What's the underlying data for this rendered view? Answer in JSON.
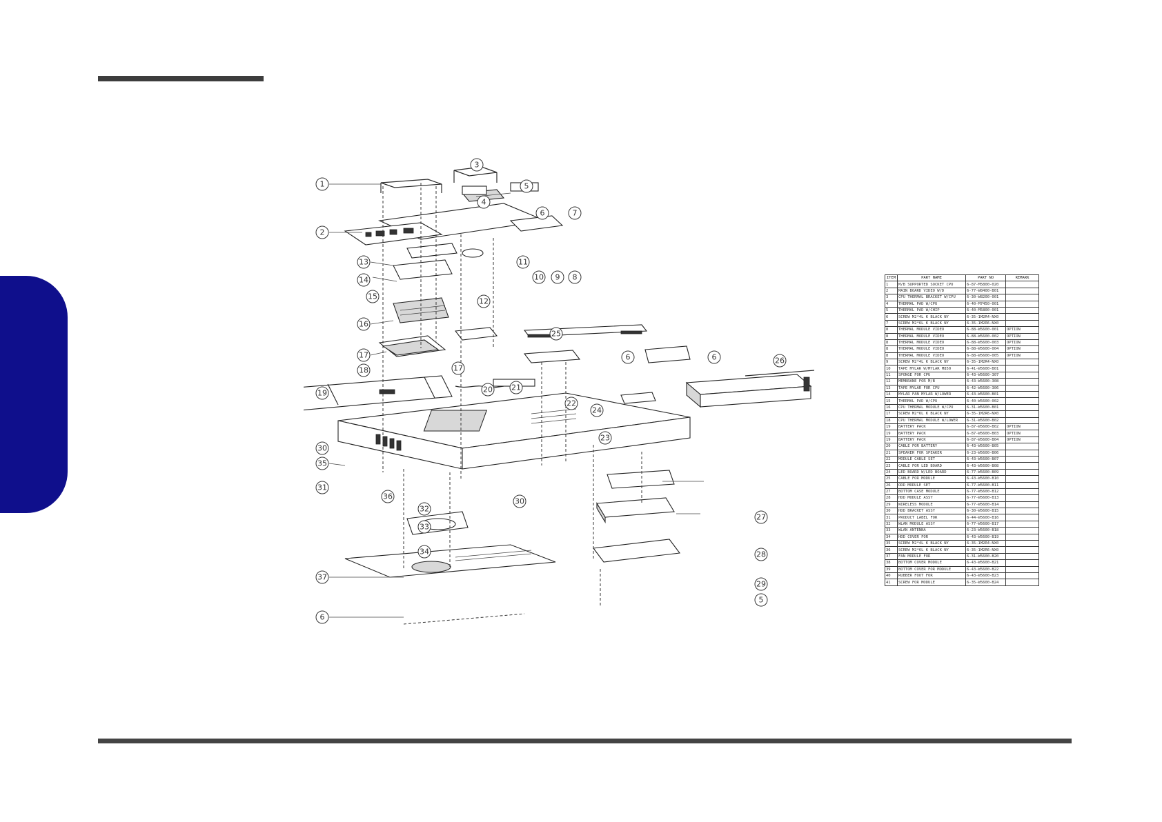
{
  "colors": {
    "accent": "#0f0f8c",
    "rule": "#444444"
  },
  "bom": {
    "headers": [
      "ITEM",
      "PART NAME",
      "PART NO",
      "REMARK"
    ],
    "rows": [
      {
        "item": "1",
        "name": "M/B SUPPORTED SOCKET CPU",
        "no": "6-87-M5800-020",
        "remark": ""
      },
      {
        "item": "2",
        "name": "MAIN BOARD VIDEO W/D",
        "no": "6-77-W8400-B01",
        "remark": ""
      },
      {
        "item": "3",
        "name": "CPU THERMAL BRACKET W/CPU",
        "no": "6-30-W8200-001",
        "remark": ""
      },
      {
        "item": "4",
        "name": "THERMAL PAD W/CPU",
        "no": "6-40-M7450-001",
        "remark": ""
      },
      {
        "item": "5",
        "name": "THERMAL PAD W/CHIP",
        "no": "6-40-M5800-001",
        "remark": ""
      },
      {
        "item": "6",
        "name": "SCREW M2*4L K BLACK NY",
        "no": "6-35-1M2R4-NX0",
        "remark": ""
      },
      {
        "item": "7",
        "name": "SCREW M2*6L K BLACK NY",
        "no": "6-35-1M2R6-NX0",
        "remark": ""
      },
      {
        "item": "8",
        "name": "THERMAL MODULE VIDEO",
        "no": "6-88-W5600-001",
        "remark": "OPTION"
      },
      {
        "item": "8",
        "name": "THERMAL MODULE VIDEO",
        "no": "6-88-W5600-002",
        "remark": "OPTION"
      },
      {
        "item": "8",
        "name": "THERMAL MODULE VIDEO",
        "no": "6-88-W5600-003",
        "remark": "OPTION"
      },
      {
        "item": "8",
        "name": "THERMAL MODULE VIDEO",
        "no": "6-88-W5600-004",
        "remark": "OPTION"
      },
      {
        "item": "8",
        "name": "THERMAL MODULE VIDEO",
        "no": "6-88-W5600-005",
        "remark": "OPTION"
      },
      {
        "item": "9",
        "name": "SCREW M2*4L K BLACK NY",
        "no": "6-35-1M2R4-NX0",
        "remark": ""
      },
      {
        "item": "10",
        "name": "TAPE MYLAR W/MYLAR M850",
        "no": "6-41-W5600-B01",
        "remark": ""
      },
      {
        "item": "11",
        "name": "SPONGE FOR CPU",
        "no": "6-43-W5600-307",
        "remark": ""
      },
      {
        "item": "12",
        "name": "MEMBRANE FOR M/B",
        "no": "6-43-W5600-308",
        "remark": ""
      },
      {
        "item": "13",
        "name": "TAPE MYLAR FOR CPU",
        "no": "6-42-W5600-306",
        "remark": ""
      },
      {
        "item": "14",
        "name": "MYLAR FAN MYLAR W/LOWER",
        "no": "6-43-W5600-B01",
        "remark": ""
      },
      {
        "item": "15",
        "name": "THERMAL PAD W/CPU",
        "no": "6-40-W5600-002",
        "remark": ""
      },
      {
        "item": "16",
        "name": "CPU THERMAL MODULE W/CPU",
        "no": "6-31-W5600-B01",
        "remark": ""
      },
      {
        "item": "17",
        "name": "SCREW M2*6L K BLACK NY",
        "no": "6-35-1M2R6-NX0",
        "remark": ""
      },
      {
        "item": "18",
        "name": "CPU THERMAL MODULE W/LOWER",
        "no": "6-31-W5600-B02",
        "remark": ""
      },
      {
        "item": "19",
        "name": "BATTERY PACK",
        "no": "6-87-W5600-B02",
        "remark": "OPTION"
      },
      {
        "item": "19",
        "name": "BATTERY PACK",
        "no": "6-87-W5600-B03",
        "remark": "OPTION"
      },
      {
        "item": "19",
        "name": "BATTERY PACK",
        "no": "6-87-W5600-B04",
        "remark": "OPTION"
      },
      {
        "item": "20",
        "name": "CABLE FOR BATTERY",
        "no": "6-43-W5600-B05",
        "remark": ""
      },
      {
        "item": "21",
        "name": "SPEAKER FOR SPEAKER",
        "no": "6-23-W5600-B06",
        "remark": ""
      },
      {
        "item": "22",
        "name": "MODULE CABLE SET",
        "no": "6-43-W5600-B07",
        "remark": ""
      },
      {
        "item": "23",
        "name": "CABLE FOR LED BOARD",
        "no": "6-43-W5600-B08",
        "remark": ""
      },
      {
        "item": "24",
        "name": "LED BOARD W/LED BOARD",
        "no": "6-77-W5600-B09",
        "remark": ""
      },
      {
        "item": "25",
        "name": "CABLE FOR MODULE",
        "no": "6-43-W5600-B10",
        "remark": ""
      },
      {
        "item": "26",
        "name": "ODD MODULE SET",
        "no": "6-77-W5600-B11",
        "remark": ""
      },
      {
        "item": "27",
        "name": "BOTTOM CASE MODULE",
        "no": "6-77-W5600-B12",
        "remark": ""
      },
      {
        "item": "28",
        "name": "HDD MODULE ASSY",
        "no": "6-77-W5600-B13",
        "remark": ""
      },
      {
        "item": "29",
        "name": "WIRELESS MODULE",
        "no": "6-77-W5600-B14",
        "remark": ""
      },
      {
        "item": "30",
        "name": "HDD BRACKET ASSY",
        "no": "6-30-W5600-B15",
        "remark": ""
      },
      {
        "item": "31",
        "name": "PRODUCT LABEL FOR",
        "no": "6-44-W5600-B16",
        "remark": ""
      },
      {
        "item": "32",
        "name": "WLAN MODULE ASSY",
        "no": "6-77-W5600-B17",
        "remark": ""
      },
      {
        "item": "33",
        "name": "WLAN ANTENNA",
        "no": "6-23-W5600-B18",
        "remark": ""
      },
      {
        "item": "34",
        "name": "HDD COVER FOR",
        "no": "6-43-W5600-B19",
        "remark": ""
      },
      {
        "item": "35",
        "name": "SCREW M2*4L K BLACK NY",
        "no": "6-35-1M2R4-NX0",
        "remark": ""
      },
      {
        "item": "36",
        "name": "SCREW M2*6L K BLACK NY",
        "no": "6-35-1M2R6-NX0",
        "remark": ""
      },
      {
        "item": "37",
        "name": "FAN MODULE FOR",
        "no": "6-31-W5600-B20",
        "remark": ""
      },
      {
        "item": "38",
        "name": "BOTTOM COVER MODULE",
        "no": "6-43-W5600-B21",
        "remark": ""
      },
      {
        "item": "39",
        "name": "BOTTOM COVER FOR MODULE",
        "no": "6-43-W5600-B22",
        "remark": ""
      },
      {
        "item": "40",
        "name": "RUBBER FOOT FOR",
        "no": "6-43-W5600-B23",
        "remark": ""
      },
      {
        "item": "41",
        "name": "SCREW FOR MODULE",
        "no": "6-35-W5600-B24",
        "remark": ""
      }
    ]
  },
  "callouts": [
    "1",
    "2",
    "3",
    "4",
    "5",
    "6",
    "7",
    "8",
    "9",
    "10",
    "11",
    "12",
    "13",
    "14",
    "15",
    "16",
    "17",
    "17",
    "18",
    "19",
    "20",
    "21",
    "22",
    "23",
    "24",
    "25",
    "26",
    "27",
    "28",
    "29",
    "30",
    "30",
    "31",
    "32",
    "33",
    "34",
    "35",
    "36",
    "37",
    "6",
    "6",
    "6",
    "5"
  ]
}
